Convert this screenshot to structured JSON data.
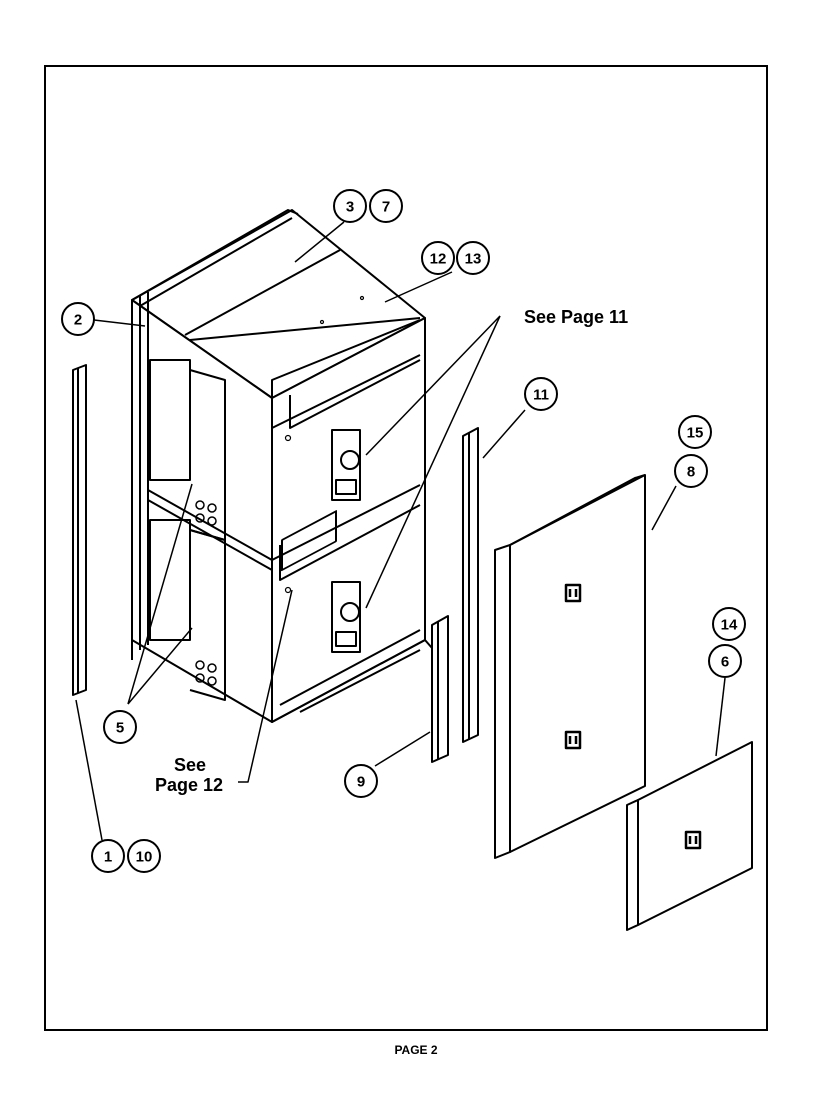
{
  "callouts": {
    "c1": "1",
    "c2": "2",
    "c3": "3",
    "c5": "5",
    "c6": "6",
    "c7": "7",
    "c8": "8",
    "c9": "9",
    "c10": "10",
    "c11": "11",
    "c12": "12",
    "c13": "13",
    "c14": "14",
    "c15": "15"
  },
  "references": {
    "see_page_11": "See Page 11",
    "see_label": "See",
    "page_12": "Page 12"
  },
  "footer": {
    "page_label": "PAGE 2"
  }
}
